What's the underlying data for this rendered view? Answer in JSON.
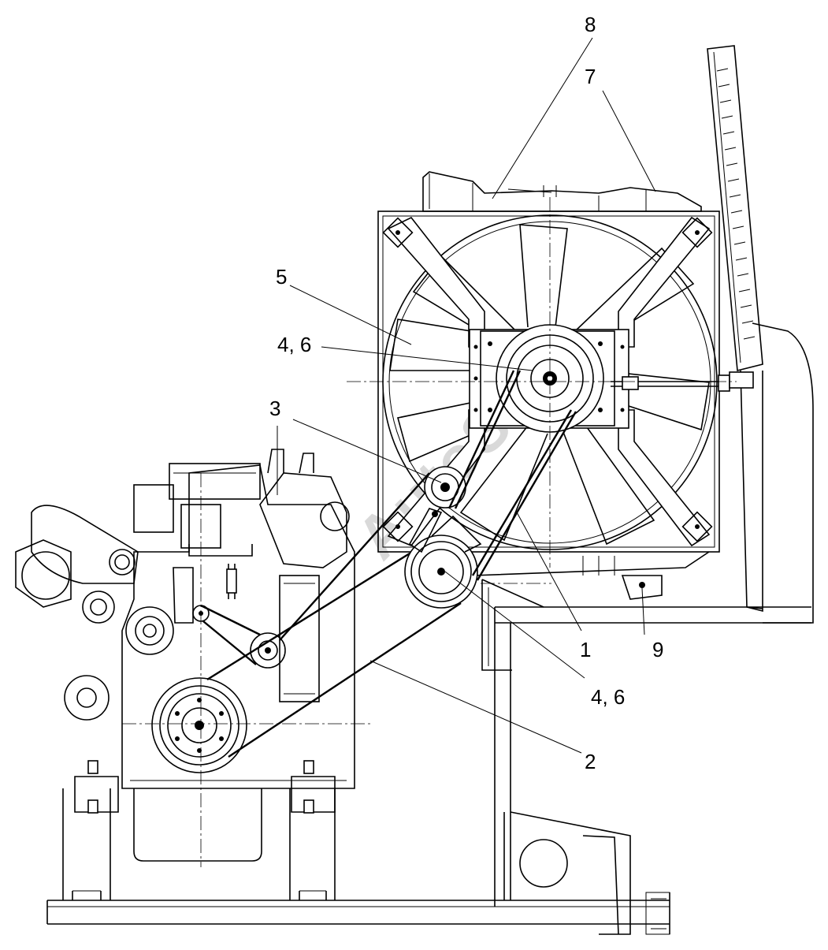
{
  "watermark": "AutoSoft",
  "callouts": [
    {
      "id": "c8",
      "text": "8"
    },
    {
      "id": "c7",
      "text": "7"
    },
    {
      "id": "c5",
      "text": "5"
    },
    {
      "id": "c46a",
      "text": "4, 6"
    },
    {
      "id": "c3",
      "text": "3"
    },
    {
      "id": "c1",
      "text": "1"
    },
    {
      "id": "c9",
      "text": "9"
    },
    {
      "id": "c46b",
      "text": "4, 6"
    },
    {
      "id": "c2",
      "text": "2"
    }
  ],
  "palette": {
    "line": "#000000",
    "paper": "#ffffff",
    "watermark": "#d9d9d9"
  }
}
